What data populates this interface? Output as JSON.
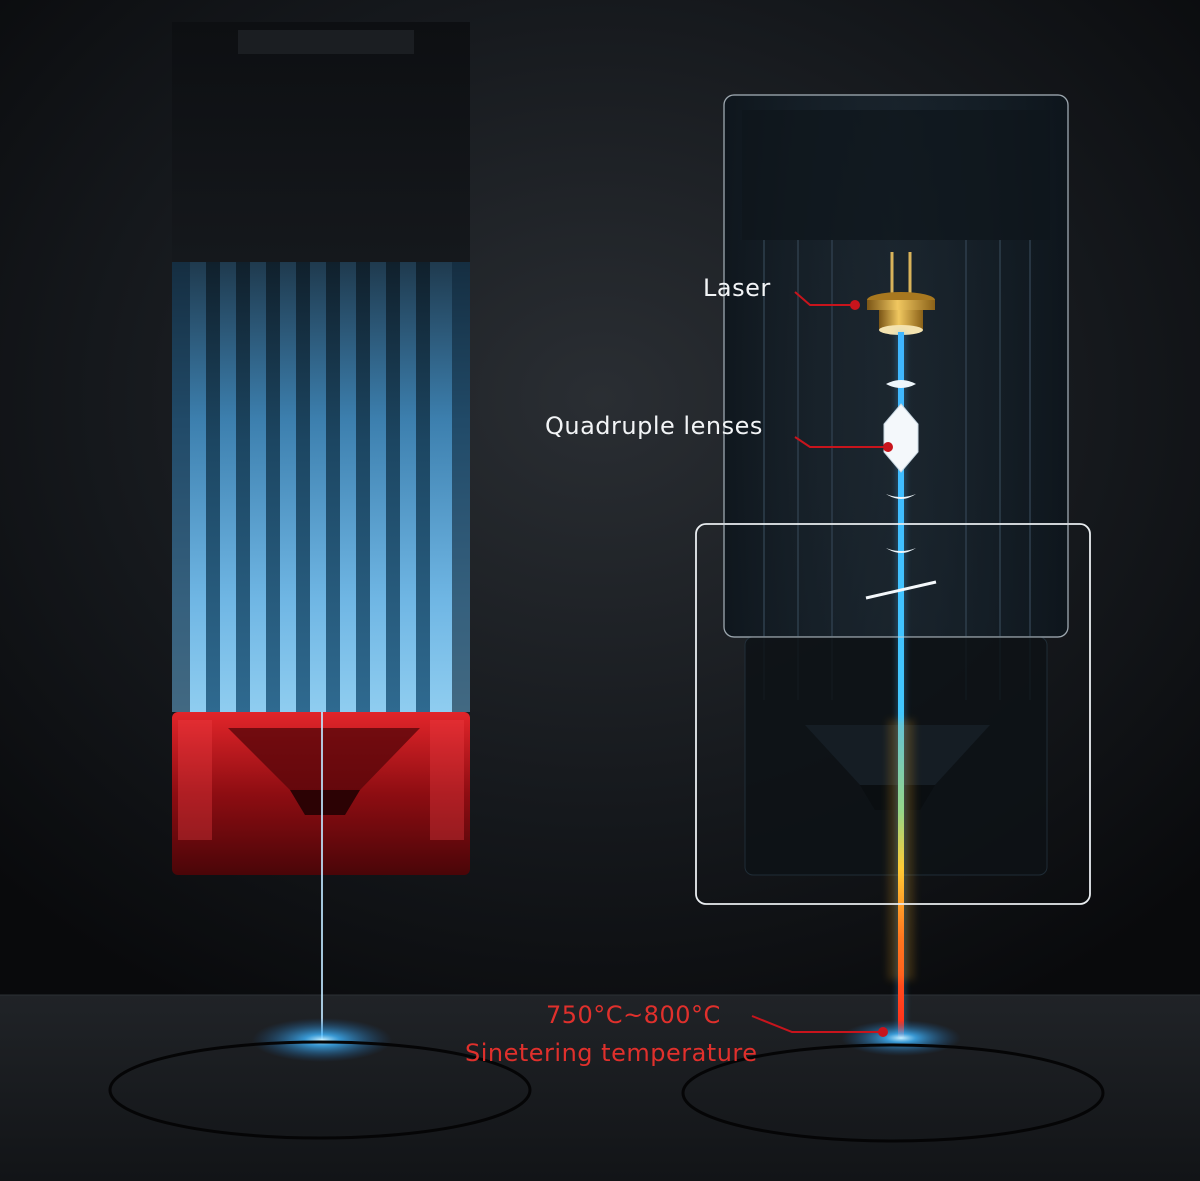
{
  "labels": {
    "laser": "Laser",
    "quadruple_lenses": "Quadruple lenses",
    "temperature_range": "750°C~800°C",
    "sintering_temperature": "Sinetering temperature"
  },
  "colors": {
    "background": "#14171b",
    "floor": "#1b1e22",
    "heatsink_blue": "#5aa8d6",
    "red_housing": "#c8161a",
    "beam_blue": "#3fb6ff",
    "beam_yellow": "#ffd23a",
    "beam_red": "#ff2a1c",
    "label_white": "#f2f4f6",
    "label_red": "#e0302c",
    "callout_line": "#c8141c"
  },
  "icons": {
    "laser_diode": "laser-diode-icon",
    "lens": "lens-icon",
    "floor_ring": "ring-icon"
  }
}
